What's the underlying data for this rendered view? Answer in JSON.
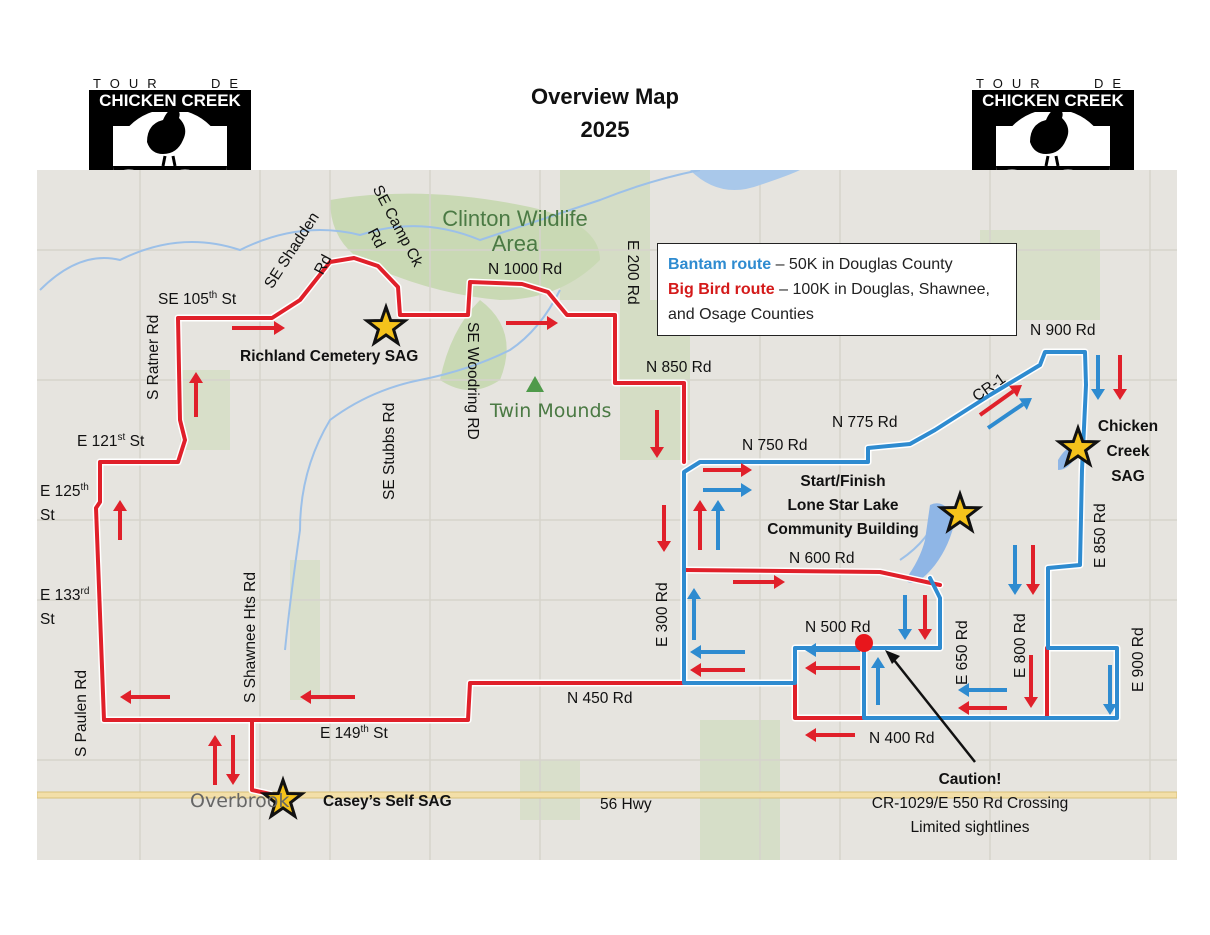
{
  "title": {
    "line1": "Overview Map",
    "line2": "2025"
  },
  "logo": {
    "tour": "TOUR",
    "de": "DE",
    "name": "CHICKEN CREEK"
  },
  "legend": {
    "bantam_name": "Bantam route",
    "bantam_desc": " – 50K in Douglas County",
    "bigbird_name": "Big Bird route",
    "bigbird_desc": " – 100K in Douglas, Shawnee, and Osage Counties",
    "colors": {
      "bantam": "#2e8bd0",
      "bigbird": "#e0202a"
    }
  },
  "places": {
    "clinton": "Clinton Wildlife Area",
    "twin_mounds": "Twin Mounds",
    "overbrook": "Overbrook",
    "hwy": "56 Hwy"
  },
  "stops": {
    "richland": "Richland Cemetery SAG",
    "caseys": "Casey’s Self SAG",
    "start_1": "Start/Finish",
    "start_2": "Lone Star Lake",
    "start_3": "Community Building",
    "chicken_1": "Chicken",
    "chicken_2": "Creek",
    "chicken_3": "SAG"
  },
  "caution": {
    "title": "Caution!",
    "line1": "CR-1029/E 550 Rd Crossing",
    "line2": "Limited sightlines"
  },
  "roads": {
    "se105": {
      "pre": "SE 105",
      "sup": "th",
      "post": " St"
    },
    "e121": {
      "pre": "E 121",
      "sup": "st",
      "post": " St"
    },
    "e125": {
      "pre": "E 125",
      "sup": "th",
      "post": ""
    },
    "e125_st": "St",
    "e133": {
      "pre": "E 133",
      "sup": "rd",
      "post": ""
    },
    "e133_st": "St",
    "e149": {
      "pre": "E 149",
      "sup": "th",
      "post": " St"
    },
    "ratner": "S Ratner Rd",
    "paulen": "S Paulen Rd",
    "shawnee_hts": "S Shawnee Hts Rd",
    "shadden_1": "SE Shadden",
    "shadden_2": "Rd",
    "campck_1": "SE Camp Ck",
    "campck_2": "Rd",
    "stubbs": "SE Stubbs Rd",
    "woodring": "SE Woodring RD",
    "n1000": "N 1000 Rd",
    "e200": "E 200 Rd",
    "n850": "N 850 Rd",
    "n750": "N 750 Rd",
    "n775": "N 775 Rd",
    "cr1": "CR-1",
    "n900": "N 900 Rd",
    "n600": "N 600 Rd",
    "n500": "N 500 Rd",
    "n450": "N 450 Rd",
    "n400": "N 400 Rd",
    "e300": "E 300 Rd",
    "e650": "E 650 Rd",
    "e800": "E 800 Rd",
    "e850": "E 850 Rd",
    "e900": "E 900 Rd"
  }
}
